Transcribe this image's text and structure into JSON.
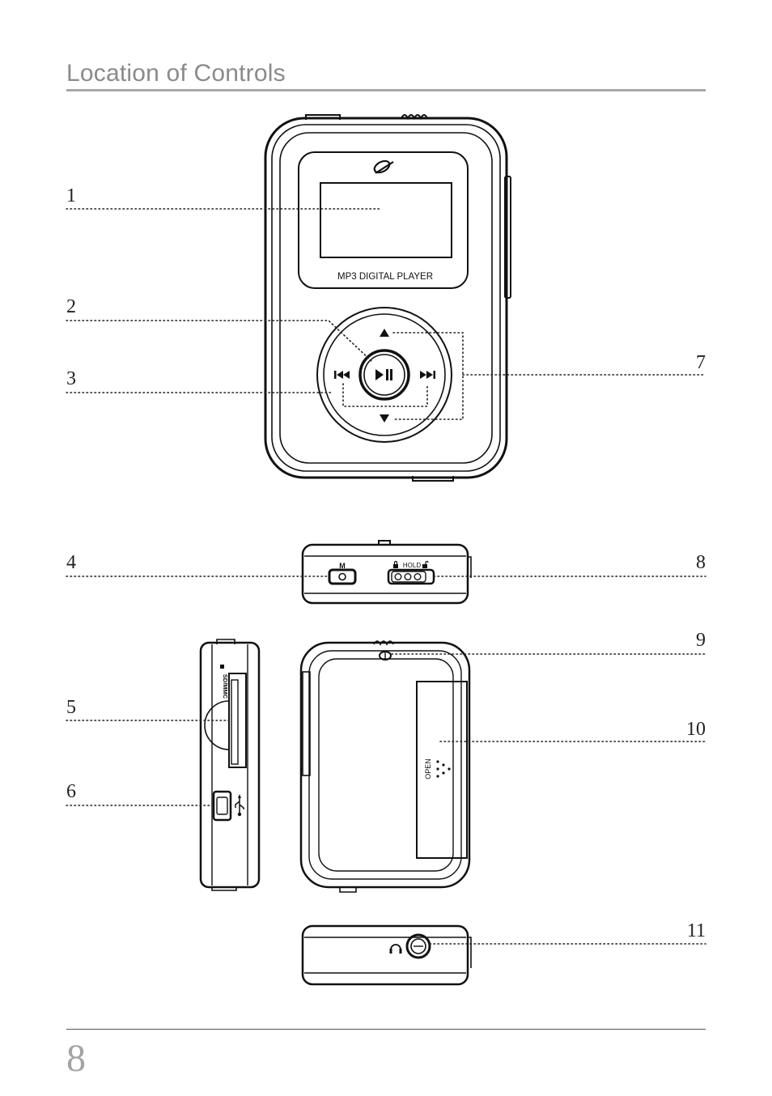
{
  "page": {
    "title": "Location of Controls",
    "page_number": "8"
  },
  "device_labels": {
    "screen_label": "MP3 DIGITAL PLAYER",
    "mode_button": "M",
    "hold_switch": "HOLD",
    "card_slot": "SD/MMC",
    "door_label": "OPEN"
  },
  "callouts": {
    "c1": "1",
    "c2": "2",
    "c3": "3",
    "c4": "4",
    "c5": "5",
    "c6": "6",
    "c7": "7",
    "c8": "8",
    "c9": "9",
    "c10": "10",
    "c11": "11"
  },
  "icons": [
    "gpx-logo-icon",
    "play-pause-icon",
    "previous-icon",
    "next-icon",
    "volume-up-icon",
    "volume-down-icon",
    "lock-icon",
    "unlock-icon",
    "usb-icon",
    "headphone-icon"
  ]
}
